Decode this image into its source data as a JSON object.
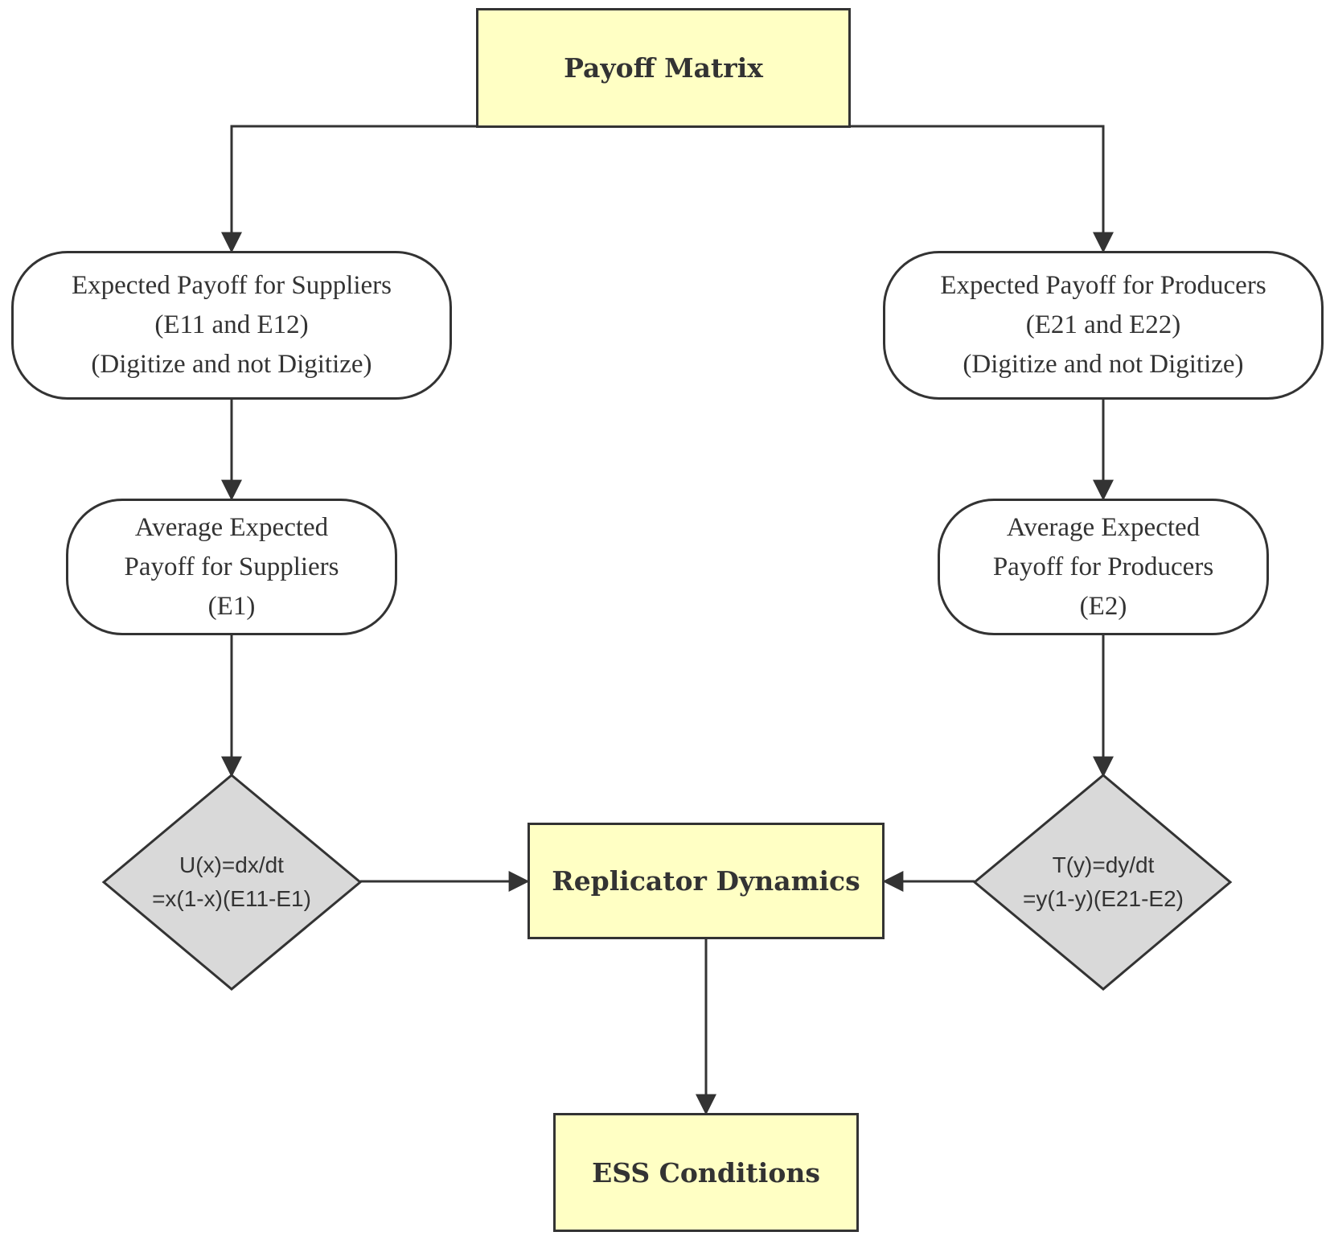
{
  "nodes": {
    "payoff_matrix": "Payoff Matrix",
    "suppliers_expected": [
      "Expected Payoff for Suppliers",
      "(E11 and E12)",
      "(Digitize and not Digitize)"
    ],
    "producers_expected": [
      "Expected Payoff for Producers",
      "(E21 and E22)",
      "(Digitize and not Digitize)"
    ],
    "suppliers_average": [
      "Average Expected",
      "Payoff for Suppliers",
      "(E1)"
    ],
    "producers_average": [
      "Average Expected",
      "Payoff for Producers",
      "(E2)"
    ],
    "supplier_equation": [
      "U(x)=dx/dt",
      "=x(1-x)(E11-E1)"
    ],
    "producer_equation": [
      "T(y)=dy/dt",
      "=y(1-y)(E21-E2)"
    ],
    "replicator_dynamics": "Replicator Dynamics",
    "ess_conditions": "ESS Conditions"
  },
  "colors": {
    "process_fill": "#ffffc4",
    "decision_fill": "#d9d9d9",
    "stroke": "#333333"
  }
}
